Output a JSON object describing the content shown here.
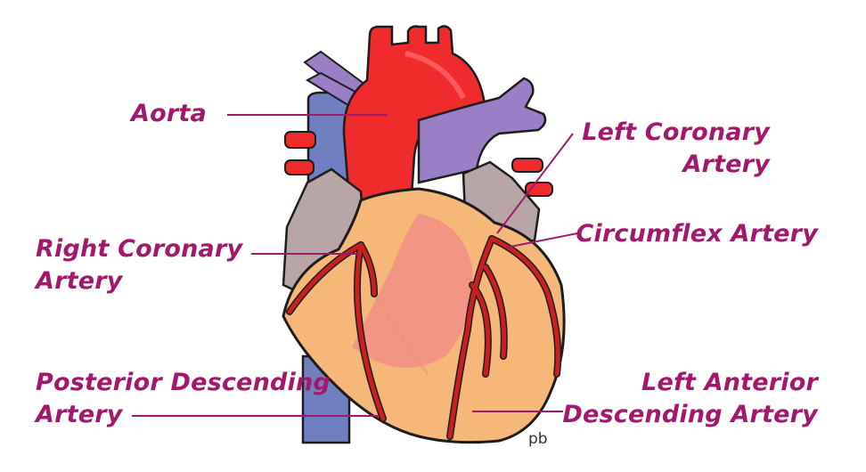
{
  "labels": {
    "aorta": "Aorta",
    "left_coronary_artery": [
      "Left Coronary",
      "Artery"
    ],
    "circumflex_artery": "Circumflex Artery",
    "right_coronary_artery": [
      "Right Coronary",
      "Artery"
    ],
    "posterior_descending_artery": [
      "Posterior Descending",
      "Artery"
    ],
    "left_anterior_descending_artery": [
      "Left Anterior",
      "Descending Artery"
    ]
  },
  "signature": "pb",
  "colors": {
    "label_text": "#a3186d",
    "leader_line": "#a3186d",
    "aorta": "#ef2b2b",
    "vena_cava": "#6f7fc0",
    "pulmonary_artery": "#9b7fc6",
    "atrium": "#b8a6a6",
    "myocardium": "#f6b878",
    "myocardium_highlight": "#f08a8a",
    "coronary_artery": "#c9201f",
    "outline": "#1d1d1d"
  }
}
